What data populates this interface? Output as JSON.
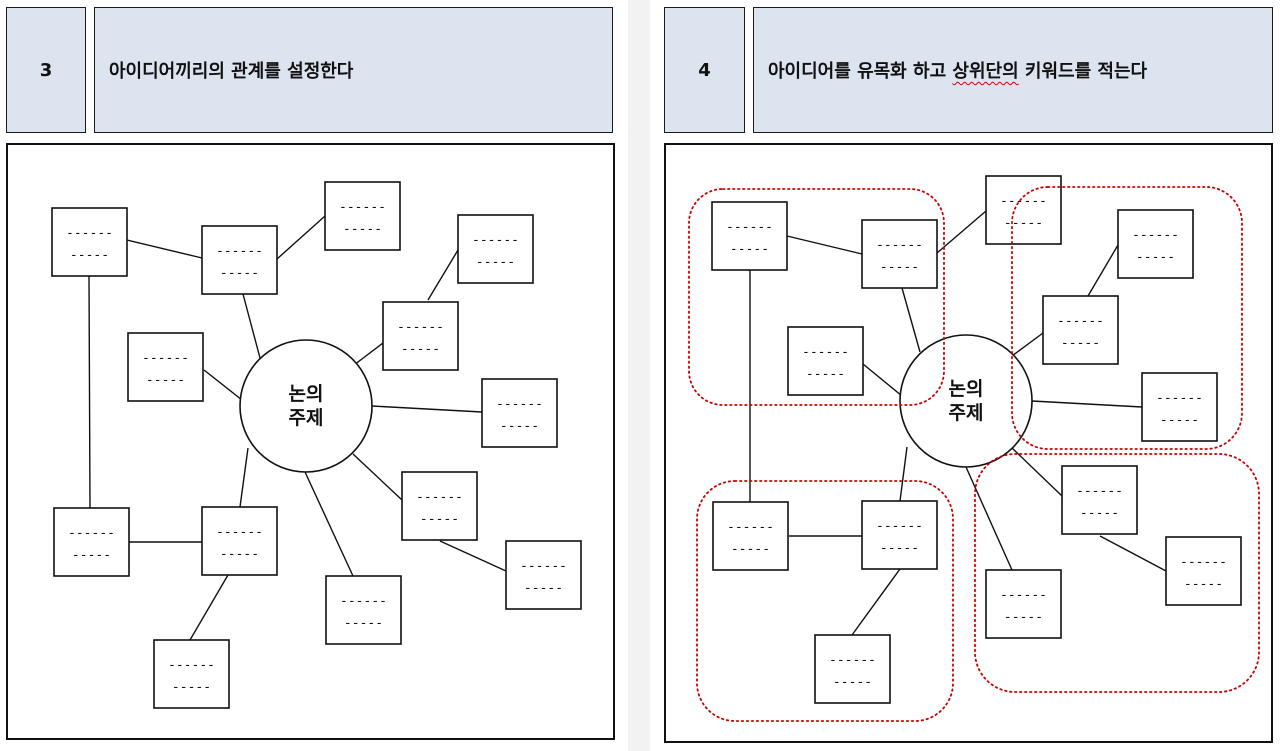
{
  "panels": [
    {
      "number": "3",
      "title": "아이디어끼리의 관계를 설정한다",
      "center_line1": "논의",
      "center_line2": "주제",
      "placeholder_top": "------",
      "placeholder_bottom": "-----",
      "has_groups": false
    },
    {
      "number": "4",
      "title_before": "아이디어를 유목화 하고 ",
      "title_marked": "상위단의",
      "title_after": " 키워드를 적는다",
      "center_line1": "논의",
      "center_line2": "주제",
      "placeholder_top": "------",
      "placeholder_bottom": "-----",
      "has_groups": true
    }
  ],
  "colors": {
    "header_fill": "#dce4f0",
    "group_outline": "#cc0000",
    "line": "#111111"
  }
}
